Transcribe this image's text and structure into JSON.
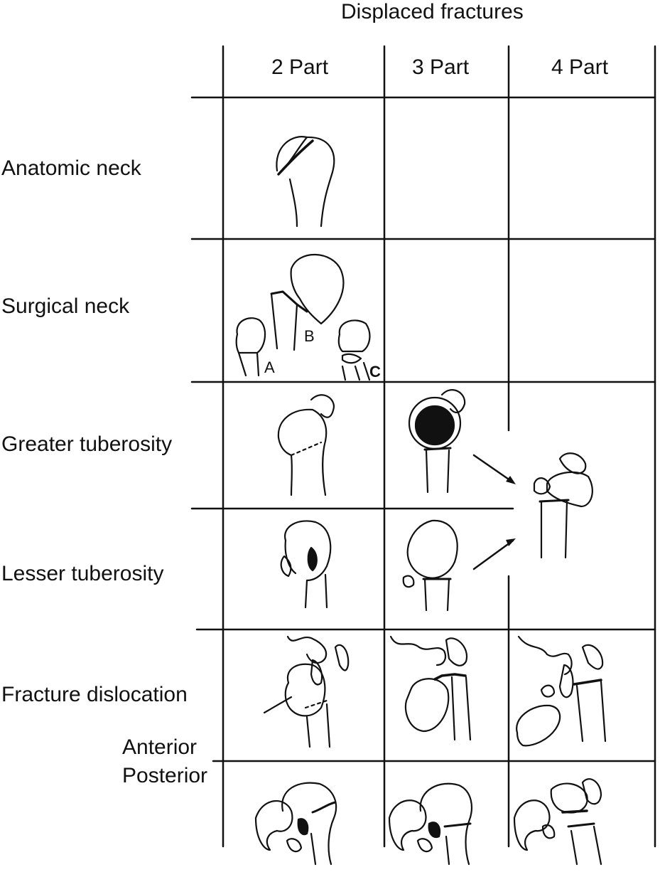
{
  "header": {
    "title": "Displaced fractures"
  },
  "columns": [
    {
      "label": "2 Part"
    },
    {
      "label": "3 Part"
    },
    {
      "label": "4 Part"
    }
  ],
  "rows": [
    {
      "label": "Anatomic neck"
    },
    {
      "label": "Surgical neck"
    },
    {
      "label": "Greater tuberosity"
    },
    {
      "label": "Lesser tuberosity"
    },
    {
      "label": "Fracture dislocation"
    }
  ],
  "dislocation_labels": {
    "anterior": "Anterior",
    "posterior": "Posterior"
  },
  "surgical_neck_markers": {
    "a": "A",
    "b": "B",
    "c": "C"
  }
}
